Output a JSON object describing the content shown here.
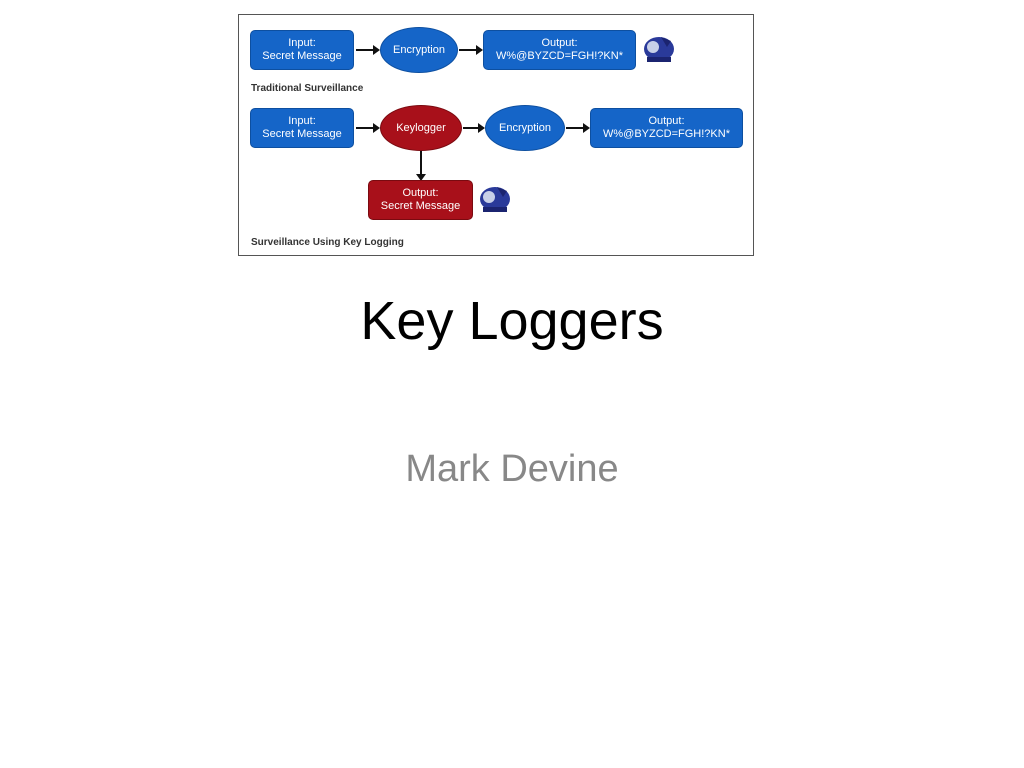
{
  "diagram": {
    "traditional": {
      "input": {
        "line1": "Input:",
        "line2": "Secret Message"
      },
      "encryption": "Encryption",
      "output": {
        "line1": "Output:",
        "line2": "W%@BYZCD=FGH!?KN*"
      },
      "caption": "Traditional Surveillance"
    },
    "keylogging": {
      "input": {
        "line1": "Input:",
        "line2": "Secret Message"
      },
      "keylogger": "Keylogger",
      "encryption": "Encryption",
      "output": {
        "line1": "Output:",
        "line2": "W%@BYZCD=FGH!?KN*"
      },
      "captured": {
        "line1": "Output:",
        "line2": "Secret Message"
      },
      "caption": "Surveillance Using Key Logging"
    },
    "colors": {
      "blue": "#1565c8",
      "red": "#a8101a"
    }
  },
  "slide": {
    "title": "Key Loggers",
    "subtitle": "Mark Devine"
  }
}
